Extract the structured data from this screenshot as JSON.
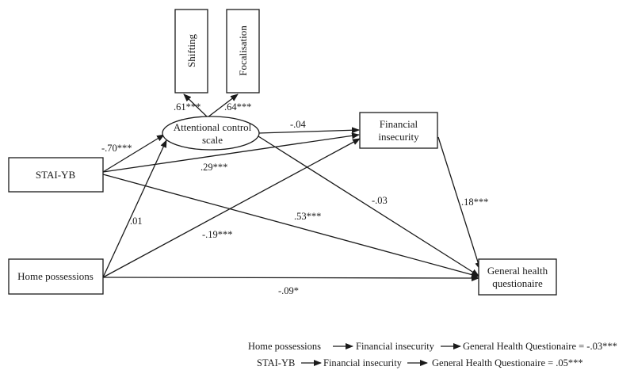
{
  "nodes": {
    "shifting": "Shifting",
    "focalisation": "Focalisation",
    "acs": [
      "Attentional control",
      "scale"
    ],
    "financial": [
      "Financial",
      "insecurity"
    ],
    "stai": "STAI-YB",
    "home": "Home possessions",
    "ghq": [
      "General health",
      "questionaire"
    ]
  },
  "paths": {
    "acs_shifting": ".61***",
    "acs_focalisation": ".64***",
    "stai_acs": "-.70***",
    "acs_financial": "-.04",
    "stai_financial": ".29***",
    "acs_ghq": "-.03",
    "financial_ghq": ".18***",
    "home_acs": ".01",
    "stai_ghq": ".53***",
    "home_financial": "-.19***",
    "home_ghq": "-.09*"
  },
  "footnotes": [
    {
      "a": "Home possessions",
      "b": "Financial insecurity",
      "c": "General Health Questionaire  = -.03***"
    },
    {
      "a": "STAI-YB",
      "b": "Financial insecurity",
      "c": "General Health Questionaire = .05***"
    }
  ]
}
